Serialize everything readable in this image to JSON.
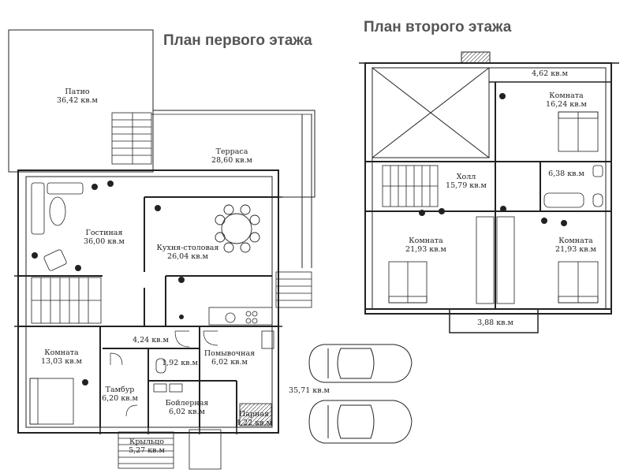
{
  "titles": {
    "first_floor": "План первого этажа",
    "second_floor": "План второго этажа"
  },
  "first_floor": {
    "patio": {
      "name": "Патио",
      "area": "36,42 кв.м"
    },
    "terrace": {
      "name": "Терраса",
      "area": "28,60 кв.м"
    },
    "living": {
      "name": "Гостиная",
      "area": "36,00 кв.м"
    },
    "kitchen": {
      "name": "Кухня-столовая",
      "area": "26,04 кв.м"
    },
    "corridor": {
      "area": "4,24 кв.м"
    },
    "room": {
      "name": "Комната",
      "area": "13,03 кв.м"
    },
    "wc": {
      "area": "1,92 кв.м"
    },
    "washroom": {
      "name": "Помывочная",
      "area": "6,02 кв.м"
    },
    "vestibule": {
      "name": "Тамбур",
      "area": "6,20 кв.м"
    },
    "boiler": {
      "name": "Бойлерная",
      "area": "6,02 кв.м"
    },
    "sauna": {
      "name": "Парная",
      "area": "4,22 кв.м"
    },
    "porch": {
      "name": "Крыльцо",
      "area": "5,27 кв.м"
    }
  },
  "second_floor": {
    "top_balcony": {
      "area": "4,62 кв.м"
    },
    "room_top": {
      "name": "Комната",
      "area": "16,24 кв.м"
    },
    "hall": {
      "name": "Холл",
      "area": "15,79 кв.м"
    },
    "bathroom": {
      "area": "6,38 кв.м"
    },
    "room_left": {
      "name": "Комната",
      "area": "21,93 кв.м"
    },
    "room_right": {
      "name": "Комната",
      "area": "21,93 кв.м"
    },
    "bottom_balcony": {
      "area": "3,88 кв.м"
    }
  },
  "garage": {
    "area": "35,71 кв.м"
  }
}
